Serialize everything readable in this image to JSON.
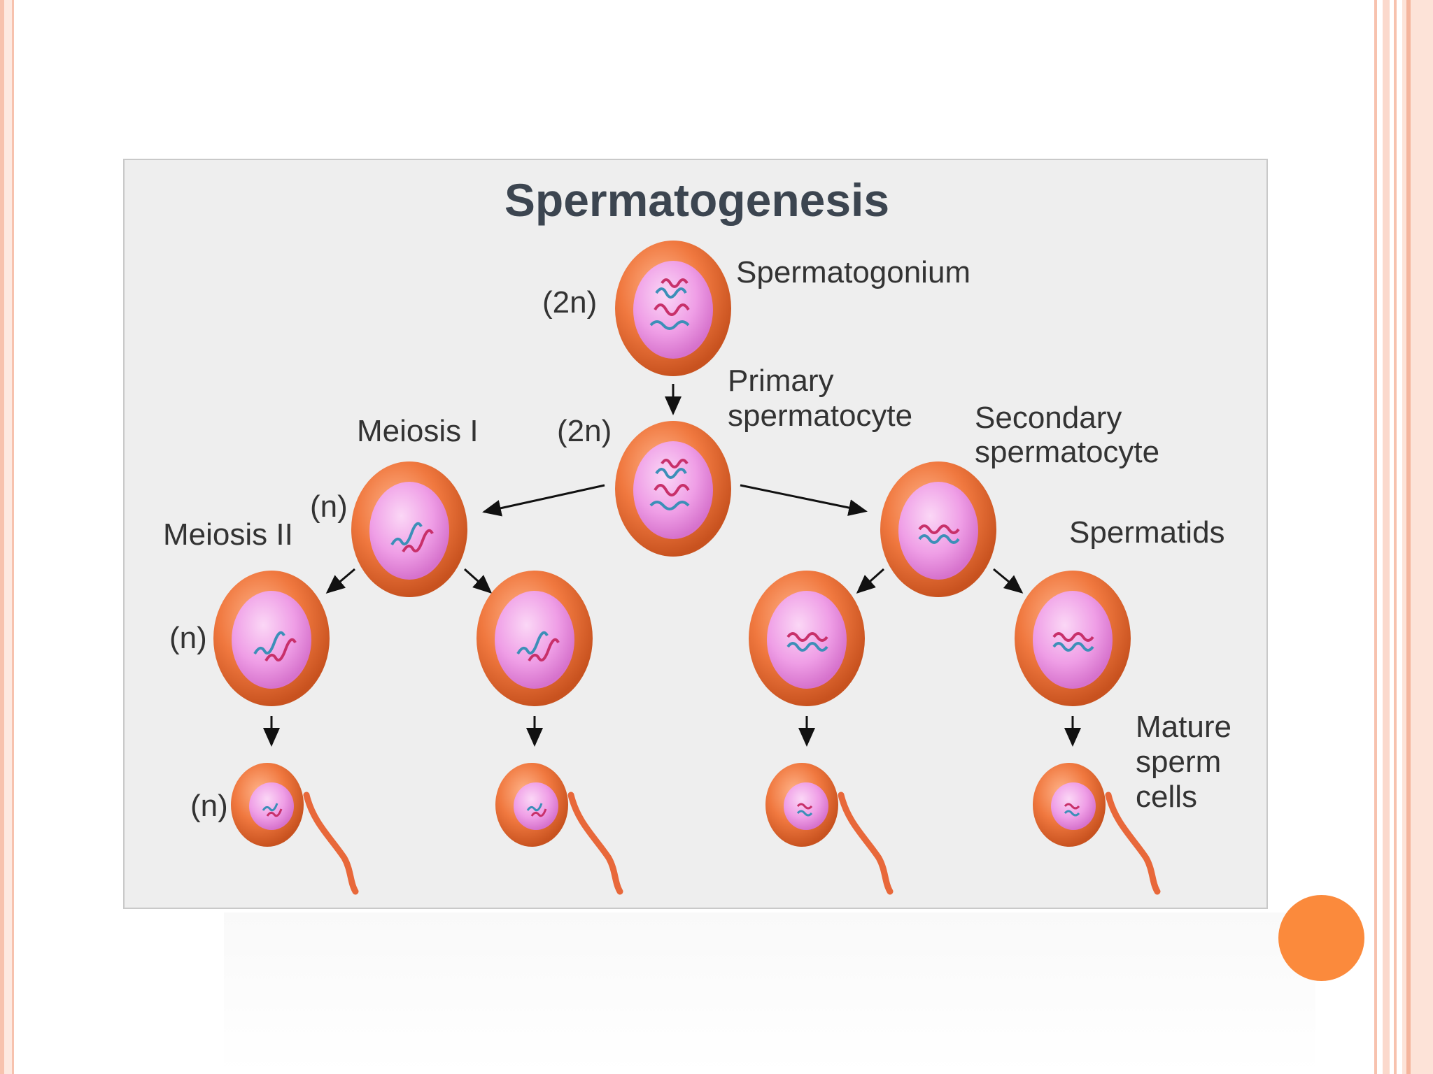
{
  "title": "Spermatogenesis",
  "labels": {
    "spermatogonium": "Spermatogonium",
    "primary_1": "Primary",
    "primary_2": "spermatocyte",
    "secondary_1": "Secondary",
    "secondary_2": "spermatocyte",
    "meiosis1": "Meiosis I",
    "meiosis2": "Meiosis II",
    "spermatids": "Spermatids",
    "mature_1": "Mature",
    "mature_2": "sperm",
    "mature_3": "cells"
  },
  "ploidy": {
    "spermatogonium": "(2n)",
    "primary": "(2n)",
    "secondary": "(n)",
    "spermatid": "(n)",
    "sperm": "(n)"
  },
  "colors": {
    "cell_outer": "#e8683a",
    "cell_ring": "#f39a6a",
    "nucleus": "#ee9be8",
    "chromosome_blue": "#3c8fb8",
    "chromosome_red": "#c8306a",
    "accent_dot": "#fb8a3c"
  }
}
